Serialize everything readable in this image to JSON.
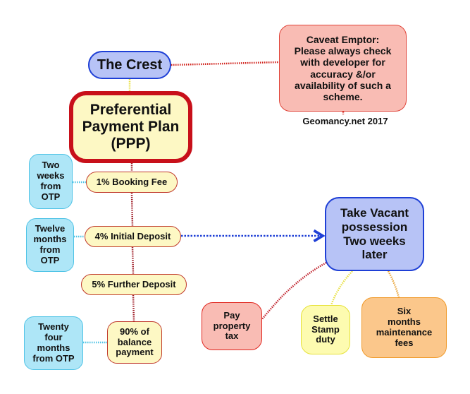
{
  "diagram": {
    "type": "mind-map",
    "nodes": {
      "crest": {
        "label": "The Crest",
        "color": "#b7c3f6"
      },
      "ppp": {
        "label": "Preferential\nPayment Plan\n(PPP)",
        "color": "#fdf8c4"
      },
      "caveat": {
        "label": "Caveat Emptor:\nPlease always check\nwith developer for\naccuracy &/or\navailability of such a\nscheme.",
        "color": "#f9bcb4"
      },
      "credit": {
        "label": "Geomancy.net 2017"
      },
      "fee1": {
        "label": "1% Booking Fee"
      },
      "fee4": {
        "label": "4% Initial Deposit"
      },
      "fee5": {
        "label": "5% Further Deposit"
      },
      "fee90": {
        "label": "90% of\nbalance\npayment"
      },
      "time1": {
        "label": "Two\nweeks\nfrom\nOTP"
      },
      "time2": {
        "label": "Twelve\nmonths\nfrom\nOTP"
      },
      "time3": {
        "label": "Twenty\nfour\nmonths\nfrom OTP"
      },
      "vacant": {
        "label": "Take Vacant\npossession\nTwo weeks\nlater",
        "color": "#b7c3f6"
      },
      "tax": {
        "label": "Pay\nproperty\ntax",
        "color": "#f9bcb4"
      },
      "stamp": {
        "label": "Settle\nStamp\nduty",
        "color": "#fdfbb0"
      },
      "maint": {
        "label": "Six\nmonths\nmaintenance\nfees",
        "color": "#fbc78b"
      }
    },
    "edges": [
      {
        "from": "crest",
        "to": "caveat",
        "style": "dotted",
        "color": "#d0201a"
      },
      {
        "from": "crest",
        "to": "ppp",
        "style": "dotted",
        "color": "#e8e040"
      },
      {
        "from": "ppp",
        "to": "fee1",
        "style": "dotted",
        "color": "#a0202a"
      },
      {
        "from": "fee1",
        "to": "fee4",
        "style": "dotted",
        "color": "#a0202a"
      },
      {
        "from": "fee4",
        "to": "fee5",
        "style": "dotted",
        "color": "#a0202a"
      },
      {
        "from": "fee5",
        "to": "fee90",
        "style": "dotted",
        "color": "#a0202a"
      },
      {
        "from": "time1",
        "to": "fee1",
        "style": "dotted",
        "color": "#4fc3e6"
      },
      {
        "from": "time2",
        "to": "fee4",
        "style": "dotted",
        "color": "#4fc3e6"
      },
      {
        "from": "time3",
        "to": "fee90",
        "style": "dotted",
        "color": "#4fc3e6"
      },
      {
        "from": "fee4",
        "to": "vacant",
        "style": "dotted-arrow",
        "color": "#1e3fd6"
      },
      {
        "from": "vacant",
        "to": "tax",
        "style": "dotted",
        "color": "#c0202a"
      },
      {
        "from": "vacant",
        "to": "stamp",
        "style": "dotted",
        "color": "#e8e040"
      },
      {
        "from": "vacant",
        "to": "maint",
        "style": "dotted",
        "color": "#e8a030"
      }
    ]
  }
}
